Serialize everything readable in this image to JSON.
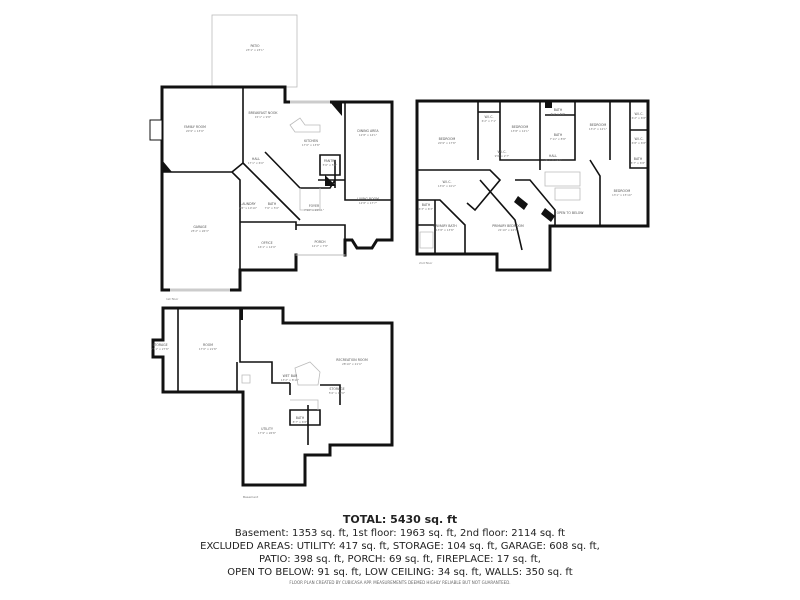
{
  "floors": {
    "first": {
      "label": "1st floor",
      "rooms": [
        {
          "name": "PATIO",
          "dims": "23'1\" x 23'1\""
        },
        {
          "name": "FAMILY ROOM",
          "dims": "20'9\" x 13'9\""
        },
        {
          "name": "BREAKFAST NOOK",
          "dims": "15'1\" x 9'8\""
        },
        {
          "name": "KITCHEN",
          "dims": "17'0\" x 13'8\""
        },
        {
          "name": "DINING AREA",
          "dims": "12'8\" x 14'1\""
        },
        {
          "name": "LIVING ROOM",
          "dims": "12'8\" x 17'7\""
        },
        {
          "name": "HALL",
          "dims": "17'1\" x 6'0\""
        },
        {
          "name": "LAUNDRY",
          "dims": "7'8\" x 10'10\""
        },
        {
          "name": "BATH",
          "dims": "7'6\" x 5'0\""
        },
        {
          "name": "PANTRY",
          "dims": "5'6\" x 5'0\""
        },
        {
          "name": "FOYER",
          "dims": "7'10\" x 20'11\""
        },
        {
          "name": "PORCH",
          "dims": "12'2\" x 7'8\""
        },
        {
          "name": "OFFICE",
          "dims": "16'1\" x 14'9\""
        },
        {
          "name": "GARAGE",
          "dims": "25'2\" x 26'3\""
        }
      ]
    },
    "second": {
      "label": "2nd floor",
      "rooms": [
        {
          "name": "BEDROOM",
          "dims": "20'9\" x 17'8\""
        },
        {
          "name": "W.I.C.",
          "dims": "6'2\" x 7'1\""
        },
        {
          "name": "BEDROOM",
          "dims": "13'8\" x 12'1\""
        },
        {
          "name": "BATH",
          "dims": "6'1\" x 5'8\""
        },
        {
          "name": "BATH",
          "dims": "7'11\" x 8'8\""
        },
        {
          "name": "BEDROOM",
          "dims": "13'2\" x 12'1\""
        },
        {
          "name": "W.I.C.",
          "dims": "6'2\" x 6'8\""
        },
        {
          "name": "W.I.C.",
          "dims": "6'8\" x 6'8\""
        },
        {
          "name": "BATH",
          "dims": "8'7\" x 6'8\""
        },
        {
          "name": "W.I.C.",
          "dims": "9'8\" x 2'7\""
        },
        {
          "name": "HALL",
          "dims": "24'2\" x 14'6\""
        },
        {
          "name": "BEDROOM",
          "dims": "13'1\" x 15'10\""
        },
        {
          "name": "W.I.C.",
          "dims": "13'6\" x 10'2\""
        },
        {
          "name": "BATH",
          "dims": "6'3\" x 6'3\""
        },
        {
          "name": "PRIMARY BATH",
          "dims": "13'8\" x 13'8\""
        },
        {
          "name": "PRIMARY BEDROOM",
          "dims": "21'10\" x 24'7\""
        },
        {
          "name": "OPEN TO BELOW",
          "dims": ""
        }
      ]
    },
    "basement": {
      "label": "Basement",
      "rooms": [
        {
          "name": "STORAGE",
          "dims": "7'11\" x 27'8\""
        },
        {
          "name": "ROOM",
          "dims": "17'0\" x 21'8\""
        },
        {
          "name": "RECREATION ROOM",
          "dims": "28'10\" x 21'4\""
        },
        {
          "name": "WET BAR",
          "dims": "13'2\" x 8'10\""
        },
        {
          "name": "STORAGE",
          "dims": "5'6\" x 10'0\""
        },
        {
          "name": "BATH",
          "dims": "8'7\" x 6'8\""
        },
        {
          "name": "UTILITY",
          "dims": "17'9\" x 26'8\""
        }
      ]
    }
  },
  "summary": {
    "total": "TOTAL: 5430 sq. ft",
    "line1": "Basement: 1353 sq. ft, 1st floor: 1963 sq. ft, 2nd floor: 2114 sq. ft",
    "line2": "EXCLUDED AREAS: UTILITY: 417 sq. ft, STORAGE: 104 sq. ft, GARAGE: 608 sq. ft,",
    "line3": "PATIO: 398 sq. ft, PORCH: 69 sq. ft, FIREPLACE: 17 sq. ft,",
    "line4": "OPEN TO BELOW: 91 sq. ft, LOW CEILING: 34 sq. ft, WALLS: 350 sq. ft",
    "footer": "FLOOR PLAN CREATED BY CUBICASA APP. MEASUREMENTS DEEMED HIGHLY RELIABLE BUT NOT GUARANTEED."
  }
}
